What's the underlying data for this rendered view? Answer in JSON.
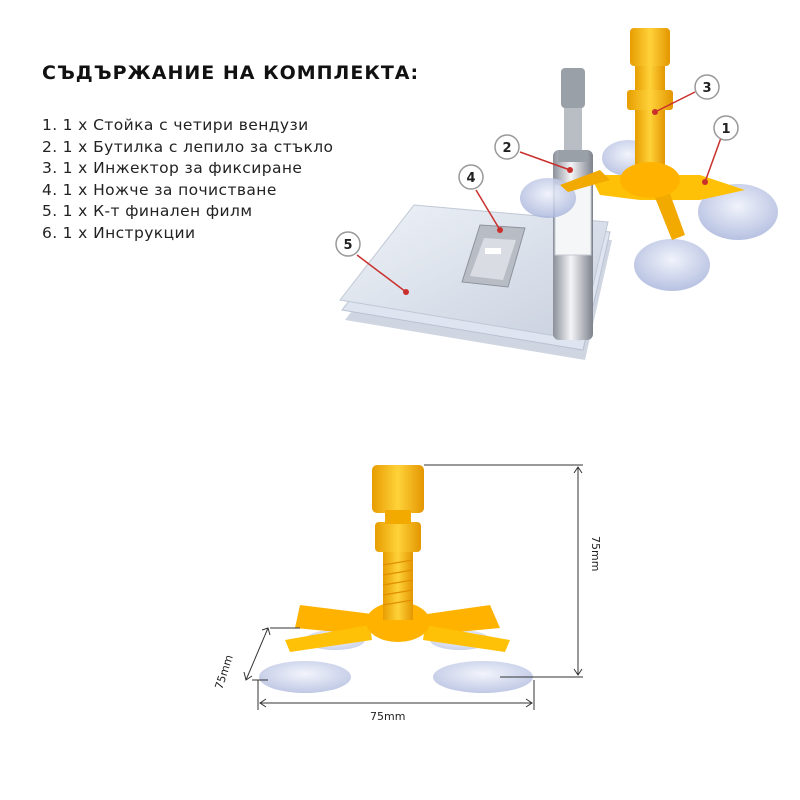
{
  "title": "СЪДЪРЖАНИЕ НА КОМПЛЕКТА:",
  "items": [
    {
      "number": "1.",
      "text": "1 x Стойка с четири вендузи"
    },
    {
      "number": "2.",
      "text": "1 x Бутилка с лепило за стъкло"
    },
    {
      "number": "3.",
      "text": "1 x Инжектор за фиксиране"
    },
    {
      "number": "4.",
      "text": "1 x Ножче за почистване"
    },
    {
      "number": "5.",
      "text": "1 x К-т финален филм"
    },
    {
      "number": "6.",
      "text": "1 x Инструкции"
    }
  ],
  "callouts": {
    "c1": "1",
    "c2": "2",
    "c3": "3",
    "c4": "4",
    "c5": "5"
  },
  "dimensions": {
    "height": "75mm",
    "width": "75mm",
    "depth": "75mm"
  },
  "colors": {
    "accent_red": "#c9302c",
    "part_yellow": "#ffc107",
    "suction_cup": "#c9d3ec",
    "film": "#dfe5f0"
  }
}
